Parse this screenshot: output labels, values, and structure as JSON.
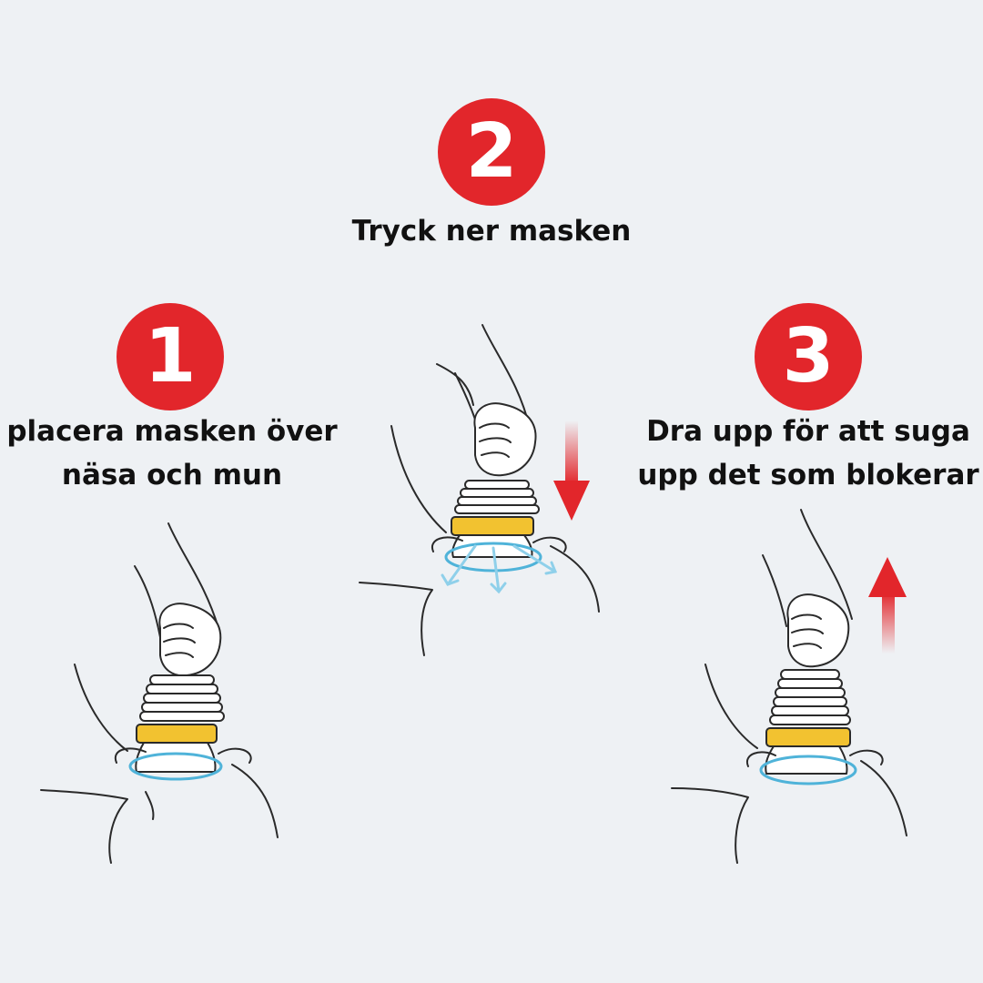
{
  "colors": {
    "badge": "#e2262b",
    "background": "#eef1f4",
    "collar": "#f2c230",
    "seal": "#4fb3d9",
    "arrow": "#e2262b"
  },
  "steps": [
    {
      "number": "1",
      "lines": [
        "placera masken över",
        "näsa och mun"
      ]
    },
    {
      "number": "2",
      "lines": [
        "Tryck ner masken"
      ]
    },
    {
      "number": "3",
      "lines": [
        "Dra upp för att suga",
        "upp det som blokerar"
      ]
    }
  ],
  "icons": {
    "down_arrow": "arrow-down-icon",
    "up_arrow": "arrow-up-icon"
  }
}
